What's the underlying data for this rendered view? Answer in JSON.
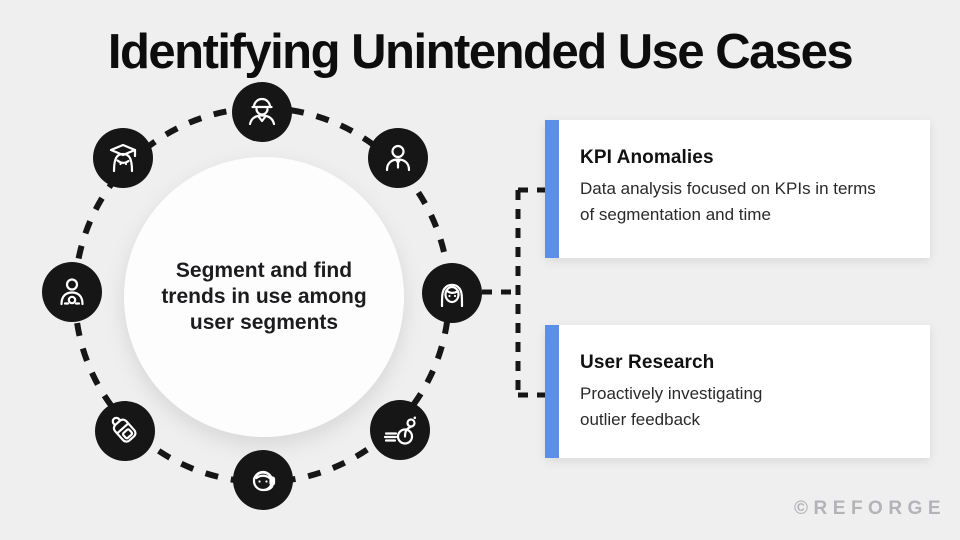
{
  "title": "Identifying Unintended Use Cases",
  "center": {
    "text": "Segment and find trends in use among user segments"
  },
  "ring": {
    "icons": [
      "construction-worker-icon",
      "business-person-icon",
      "woman-with-hijab-icon",
      "wheelchair-user-icon",
      "support-agent-icon",
      "backpack-icon",
      "parent-with-child-icon",
      "graduate-icon"
    ]
  },
  "cards": [
    {
      "title": "KPI Anomalies",
      "description": "Data analysis focused on KPIs in terms\nof segmentation and time"
    },
    {
      "title": "User Research",
      "description": "Proactively investigating\noutlier feedback"
    }
  ],
  "watermark": "©REFORGE",
  "colors": {
    "background": "#efeff0",
    "accent_blue": "#5b8fe8",
    "icon_black": "#161616"
  }
}
